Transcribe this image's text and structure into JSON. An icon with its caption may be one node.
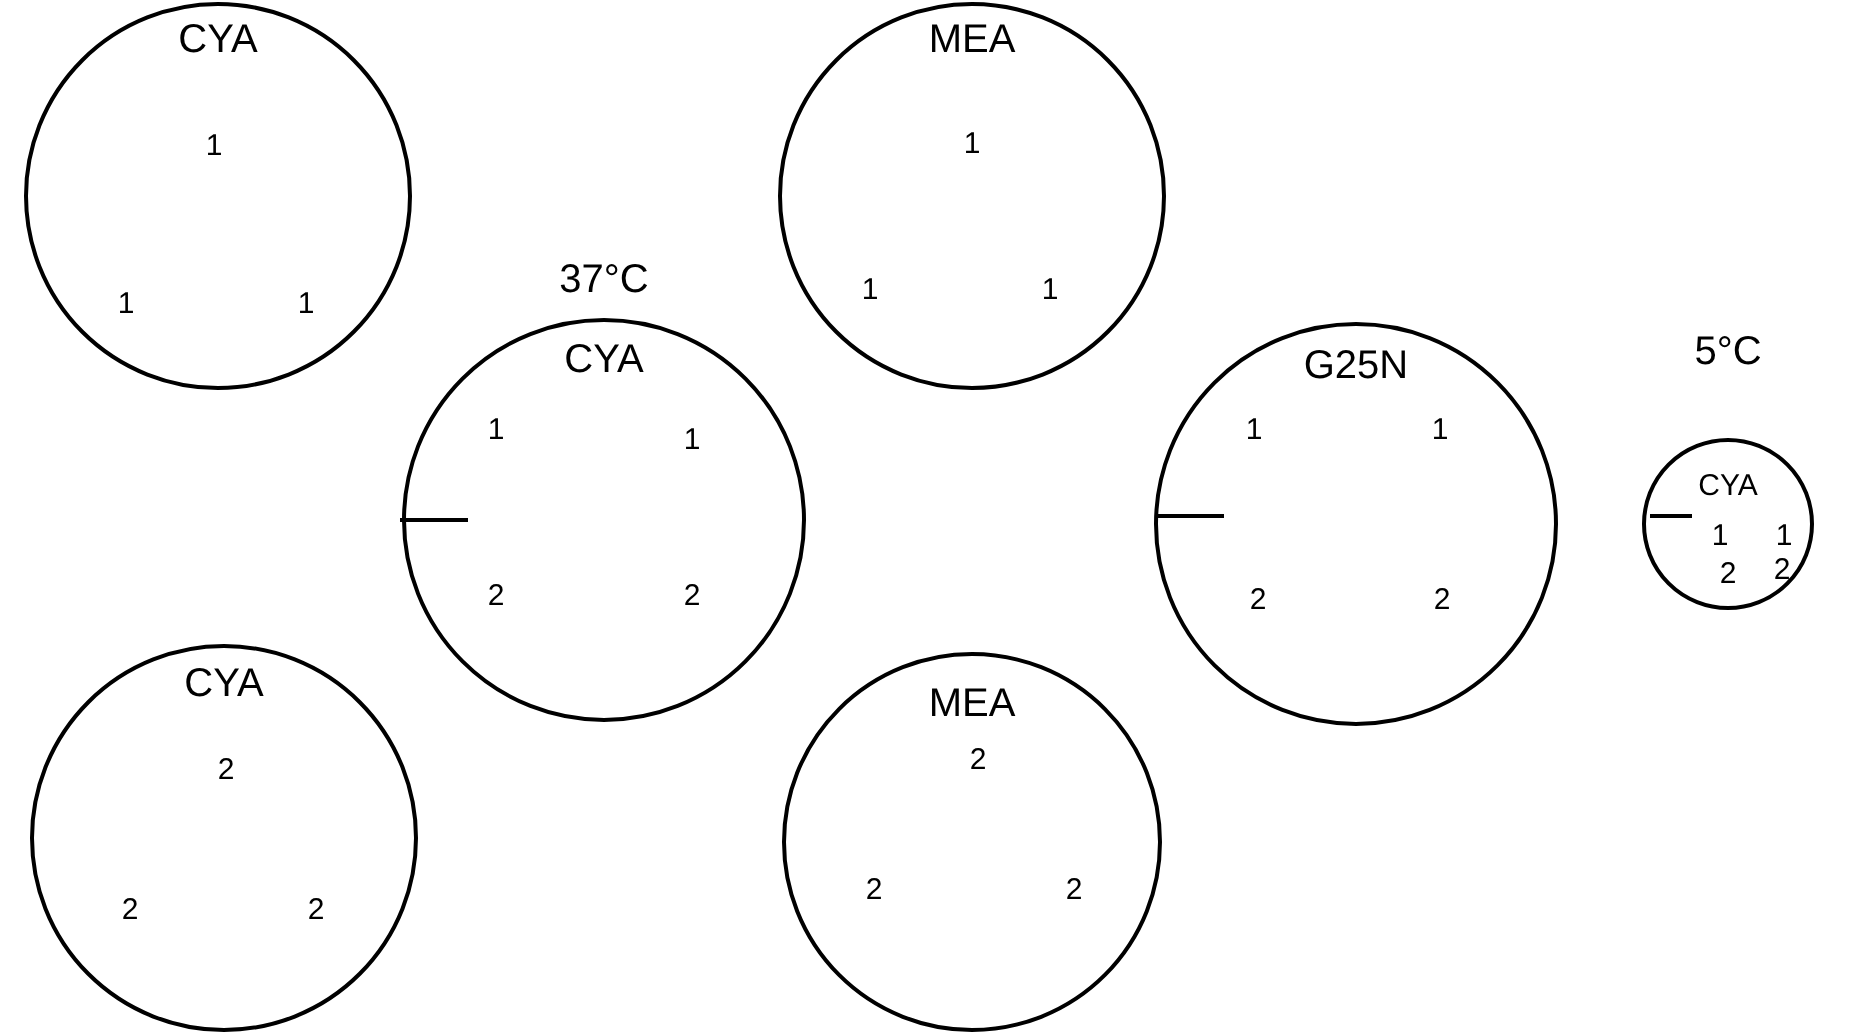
{
  "diagram": {
    "nodes": [
      {
        "text": [
          "CYA",
          "1",
          "1",
          "1"
        ]
      },
      {
        "text": [
          "MEA",
          "1",
          "1",
          "1"
        ]
      },
      {
        "text": [
          "37°C",
          "CYA",
          "1",
          "1",
          "2",
          "2"
        ]
      },
      {
        "text": [
          "G25N",
          "1",
          "1",
          "2",
          "2"
        ]
      },
      {
        "text": [
          "5°C",
          "CYA",
          "1",
          "1",
          "2",
          "2"
        ]
      },
      {
        "text": [
          "CYA",
          "2",
          "2",
          "2"
        ]
      },
      {
        "text": [
          "MEA",
          "2",
          "2",
          "2"
        ]
      }
    ]
  }
}
